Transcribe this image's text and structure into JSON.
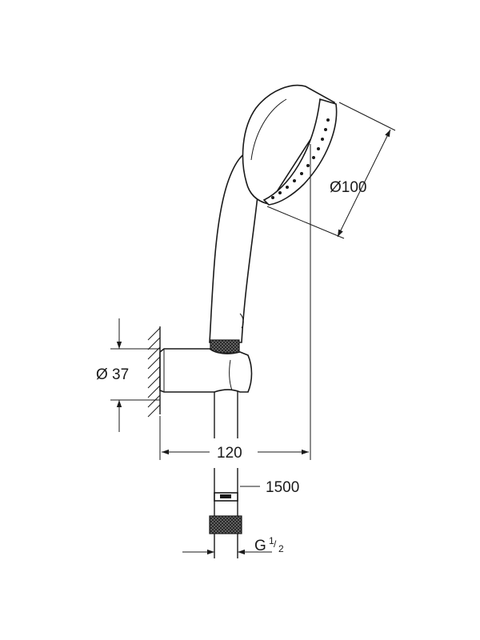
{
  "dimensions": {
    "head_diameter": "Ø100",
    "holder_diameter": "Ø 37",
    "projection": "120",
    "hose_length": "1500",
    "thread_main": "G",
    "thread_num": "1",
    "thread_den": "2"
  },
  "colors": {
    "line": "#1a1a1a",
    "knurl": "#333333",
    "background": "#ffffff"
  }
}
